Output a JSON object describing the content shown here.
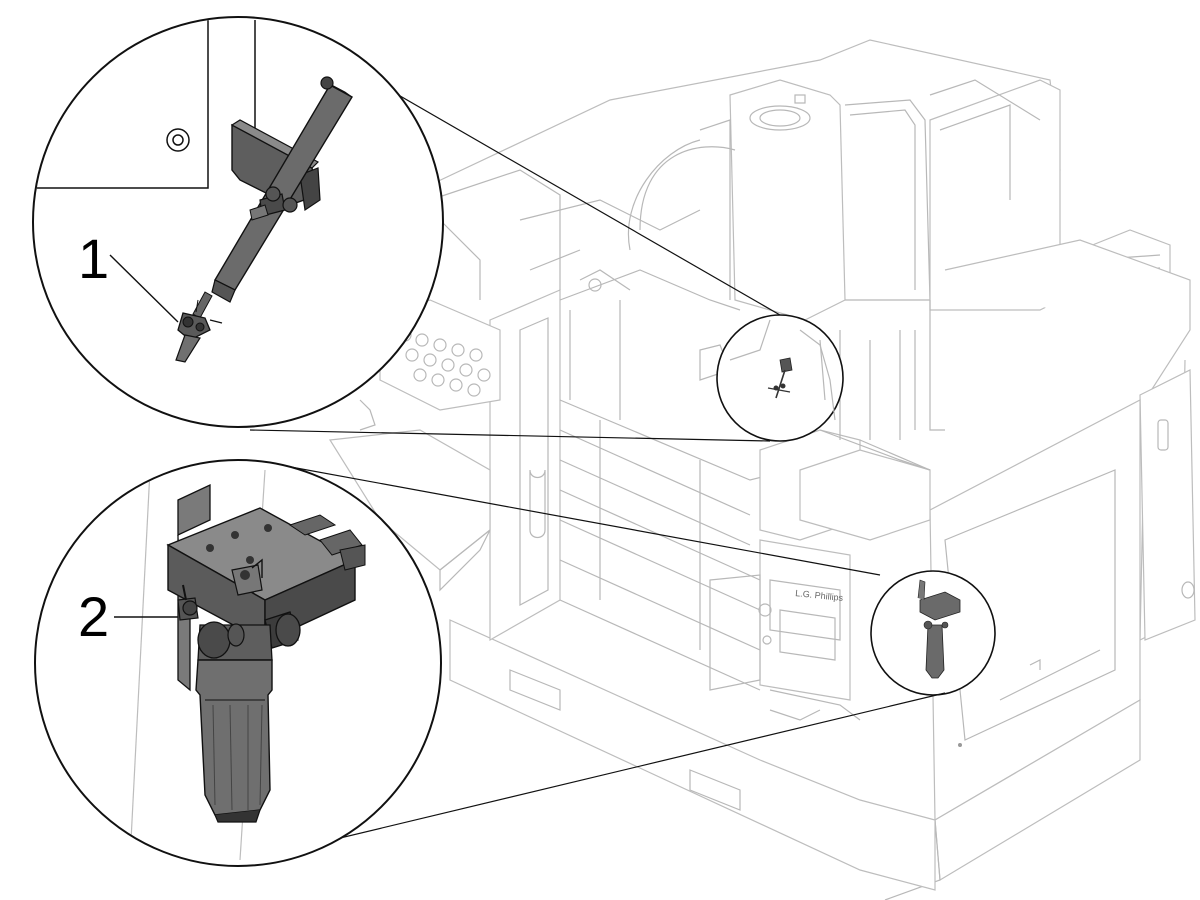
{
  "callouts": [
    {
      "number": "1",
      "part": "coolant-nozzle-assembly"
    },
    {
      "number": "2",
      "part": "air-filter-regulator"
    }
  ],
  "panel_label": "L.G. Phillips",
  "colors": {
    "line": "#b8b8b8",
    "part_fill": "#6f6f6f",
    "part_dark": "#4a4a4a",
    "outline": "#111111",
    "background": "#ffffff"
  }
}
